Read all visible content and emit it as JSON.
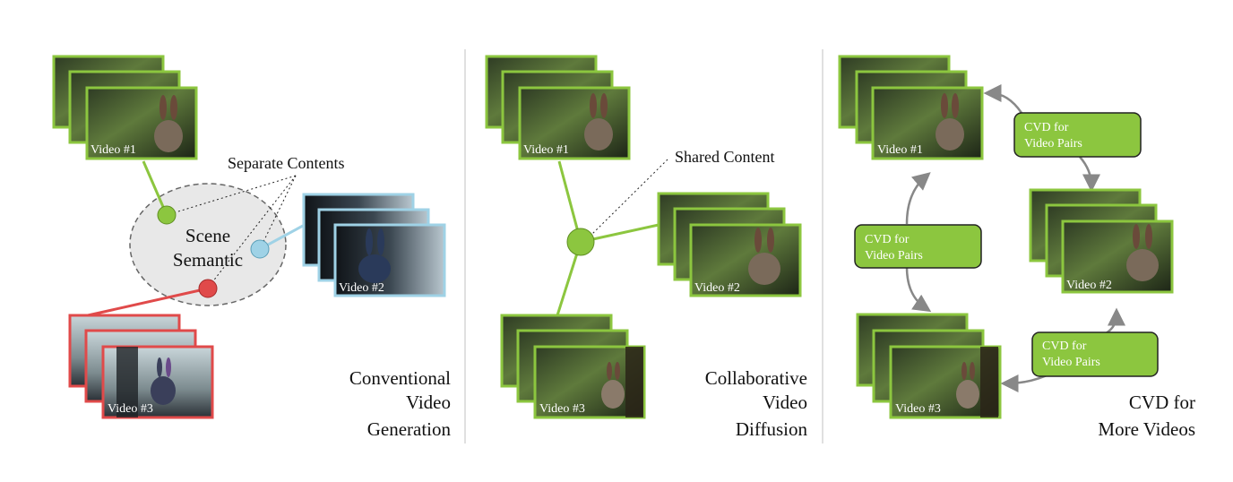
{
  "panels": [
    {
      "caption": [
        "Conventional",
        "Video",
        "Generation"
      ],
      "annotation": "Separate Contents",
      "scene": [
        "Scene",
        "Semantic"
      ],
      "videos": [
        "Video #1",
        "Video #2",
        "Video #3"
      ]
    },
    {
      "caption": [
        "Collaborative",
        "Video",
        "Diffusion"
      ],
      "annotation": "Shared Content",
      "videos": [
        "Video #1",
        "Video #2",
        "Video #3"
      ]
    },
    {
      "caption": [
        "CVD for",
        "More Videos"
      ],
      "videos": [
        "Video #1",
        "Video #2",
        "Video #3"
      ],
      "pair_boxes": [
        [
          "CVD for",
          "Video Pairs"
        ],
        [
          "CVD for",
          "Video Pairs"
        ],
        [
          "CVD for",
          "Video Pairs"
        ]
      ]
    }
  ],
  "colors": {
    "green": "#8cc63f",
    "blue": "#9fd2e6",
    "red": "#e04a4a",
    "gray": "#888888"
  }
}
